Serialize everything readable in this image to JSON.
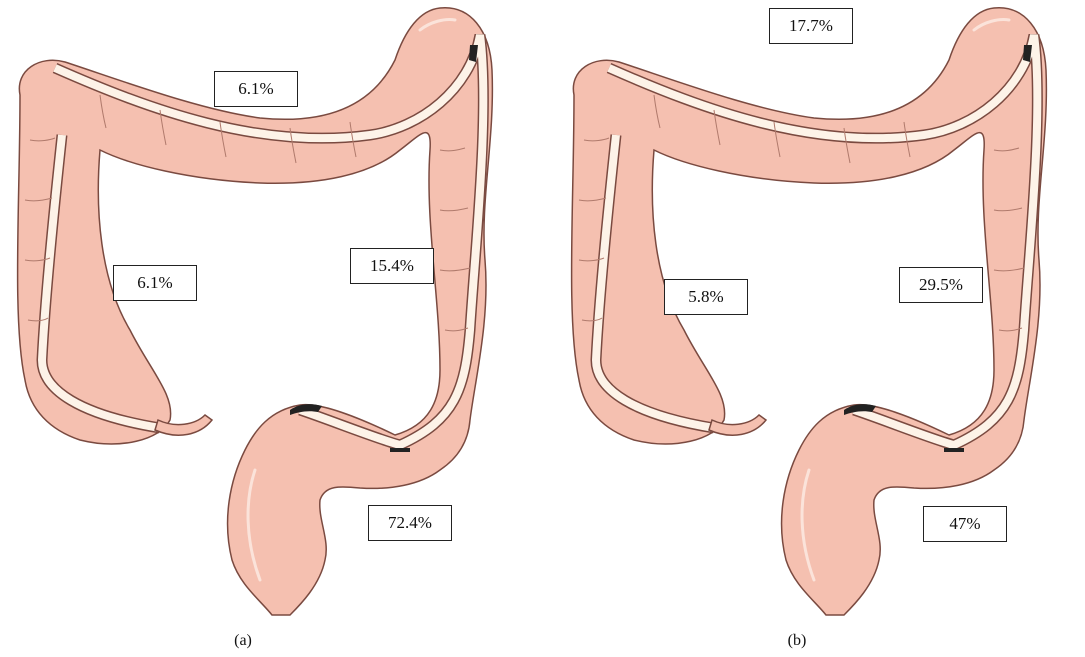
{
  "colors": {
    "colon_fill": "#f5c0b0",
    "colon_stroke": "#7a4a40",
    "lumen": "#fdf3e8",
    "box_border": "#222222"
  },
  "panels": [
    {
      "caption": "(a)",
      "labels": {
        "transverse": "6.1%",
        "ascending": "6.1%",
        "descending": "15.4%",
        "rectosigmoid": "72.4%"
      }
    },
    {
      "caption": "(b)",
      "labels": {
        "transverse": "17.7%",
        "ascending": "5.8%",
        "descending": "29.5%",
        "rectosigmoid": "47%"
      }
    }
  ]
}
